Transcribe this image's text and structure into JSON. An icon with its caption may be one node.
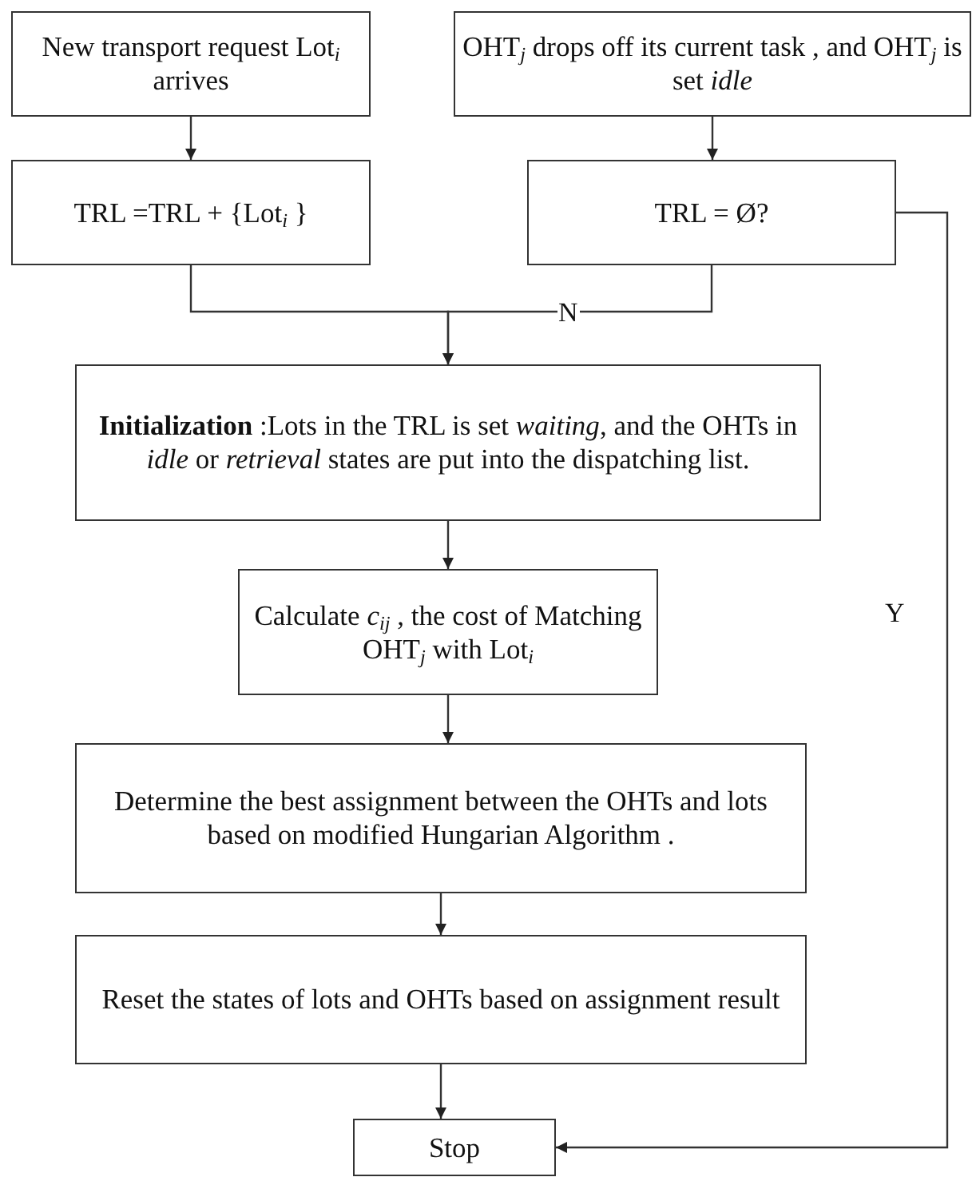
{
  "diagram": {
    "nodes": [
      {
        "text": [
          "New transport request Lot$_{i}$ arrives"
        ]
      },
      {
        "text": [
          "OHT$_{j}$ drops off its current task , and OHT$_{j}$ is set *idle*"
        ]
      },
      {
        "text": [
          "TRL =TRL + {Lot$_{i}$ }"
        ]
      },
      {
        "text": [
          "TRL = Ø?"
        ]
      },
      {
        "text": [
          "**Initialization** :Lots in the TRL is set *waiting*, and the OHTs in *idle* or *retrieval* states are put into the dispatching list."
        ]
      },
      {
        "text": [
          "Calculate *c*$_{ij}$ , the cost of Matching OHT$_{j}$ with Lot$_{i}$"
        ]
      },
      {
        "text": [
          "Determine the best assignment between the OHTs and lots based on modified Hungarian Algorithm ."
        ]
      },
      {
        "text": [
          "Reset the states of lots and OHTs based on assignment result"
        ]
      },
      {
        "text": [
          "Stop"
        ]
      }
    ],
    "edges": [
      {
        "from": 0,
        "to": 2,
        "arrow": "to"
      },
      {
        "from": 1,
        "to": 3,
        "arrow": "to"
      },
      {
        "from": 2,
        "to": 4,
        "arrow": "to"
      },
      {
        "from": 3,
        "to": 4,
        "arrow": "to",
        "label": "N"
      },
      {
        "from": 4,
        "to": 5,
        "arrow": "to"
      },
      {
        "from": 5,
        "to": 6,
        "arrow": "to"
      },
      {
        "from": 6,
        "to": 7,
        "arrow": "to"
      },
      {
        "from": 7,
        "to": 8,
        "arrow": "to"
      },
      {
        "from": 3,
        "to": 8,
        "arrow": "to",
        "label": "Y"
      }
    ]
  }
}
